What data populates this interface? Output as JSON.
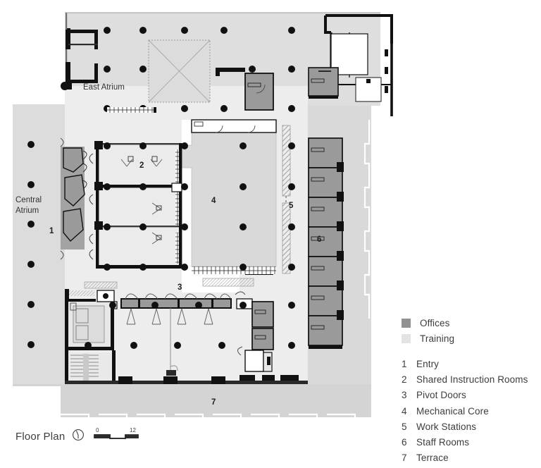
{
  "caption": {
    "title": "Floor Plan",
    "north_icon": "north-arrow-icon",
    "scale": {
      "min": "0",
      "max": "12"
    }
  },
  "legend": {
    "swatches": [
      {
        "label": "Offices",
        "color": "#919191"
      },
      {
        "label": "Training",
        "color": "#e3e3e3"
      }
    ],
    "keys": [
      {
        "num": "1",
        "label": "Entry"
      },
      {
        "num": "2",
        "label": "Shared Instruction Rooms"
      },
      {
        "num": "3",
        "label": "Pivot Doors"
      },
      {
        "num": "4",
        "label": "Mechanical Core"
      },
      {
        "num": "5",
        "label": "Work Stations"
      },
      {
        "num": "6",
        "label": "Staff Rooms"
      },
      {
        "num": "7",
        "label": "Terrace"
      }
    ]
  },
  "plan": {
    "labels": {
      "east_atrium": "East Atrium",
      "central_atrium_line1": "Central",
      "central_atrium_line2": "Atrium"
    },
    "markers": {
      "entry": "1",
      "shared_instruction": "2",
      "pivot_doors": "3",
      "mechanical_core": "4",
      "work_stations": "5",
      "staff_rooms": "6",
      "terrace": "7"
    },
    "colors": {
      "floor_light": "#e3e3e3",
      "floor_mid": "#d9d9d9",
      "offices": "#9a9a9a",
      "walls": "#111111",
      "white": "#ffffff"
    }
  }
}
